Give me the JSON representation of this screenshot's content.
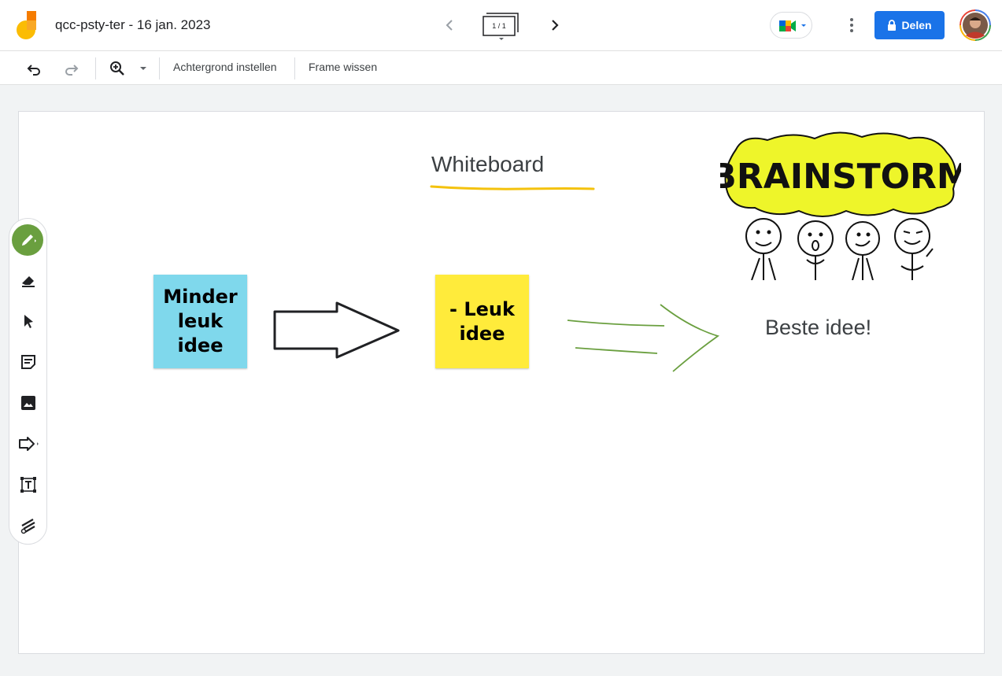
{
  "header": {
    "title": "qcc-psty-ter - 16 jan. 2023",
    "frame_indicator": "1 / 1",
    "share_label": "Delen"
  },
  "toolbar": {
    "set_background_label": "Achtergrond instellen",
    "clear_frame_label": "Frame wissen"
  },
  "board": {
    "title": "Whiteboard",
    "sticky_1": "Minder leuk idee",
    "sticky_2": "- Leuk idee",
    "label_best": "Beste idee!",
    "brainstorm_label": "BRAINSTORM"
  },
  "colors": {
    "accent_blue": "#1a73e8",
    "pen_green": "#6a9f3f",
    "sticky_blue": "#7fd8ec",
    "sticky_yellow": "#ffeb3b",
    "underline_yellow": "#f4c20d",
    "brainstorm_yellow": "#eef52a"
  },
  "tools": [
    "pen-icon",
    "eraser-icon",
    "select-icon",
    "sticky-note-icon",
    "image-icon",
    "shape-icon",
    "text-box-icon",
    "laser-icon"
  ]
}
